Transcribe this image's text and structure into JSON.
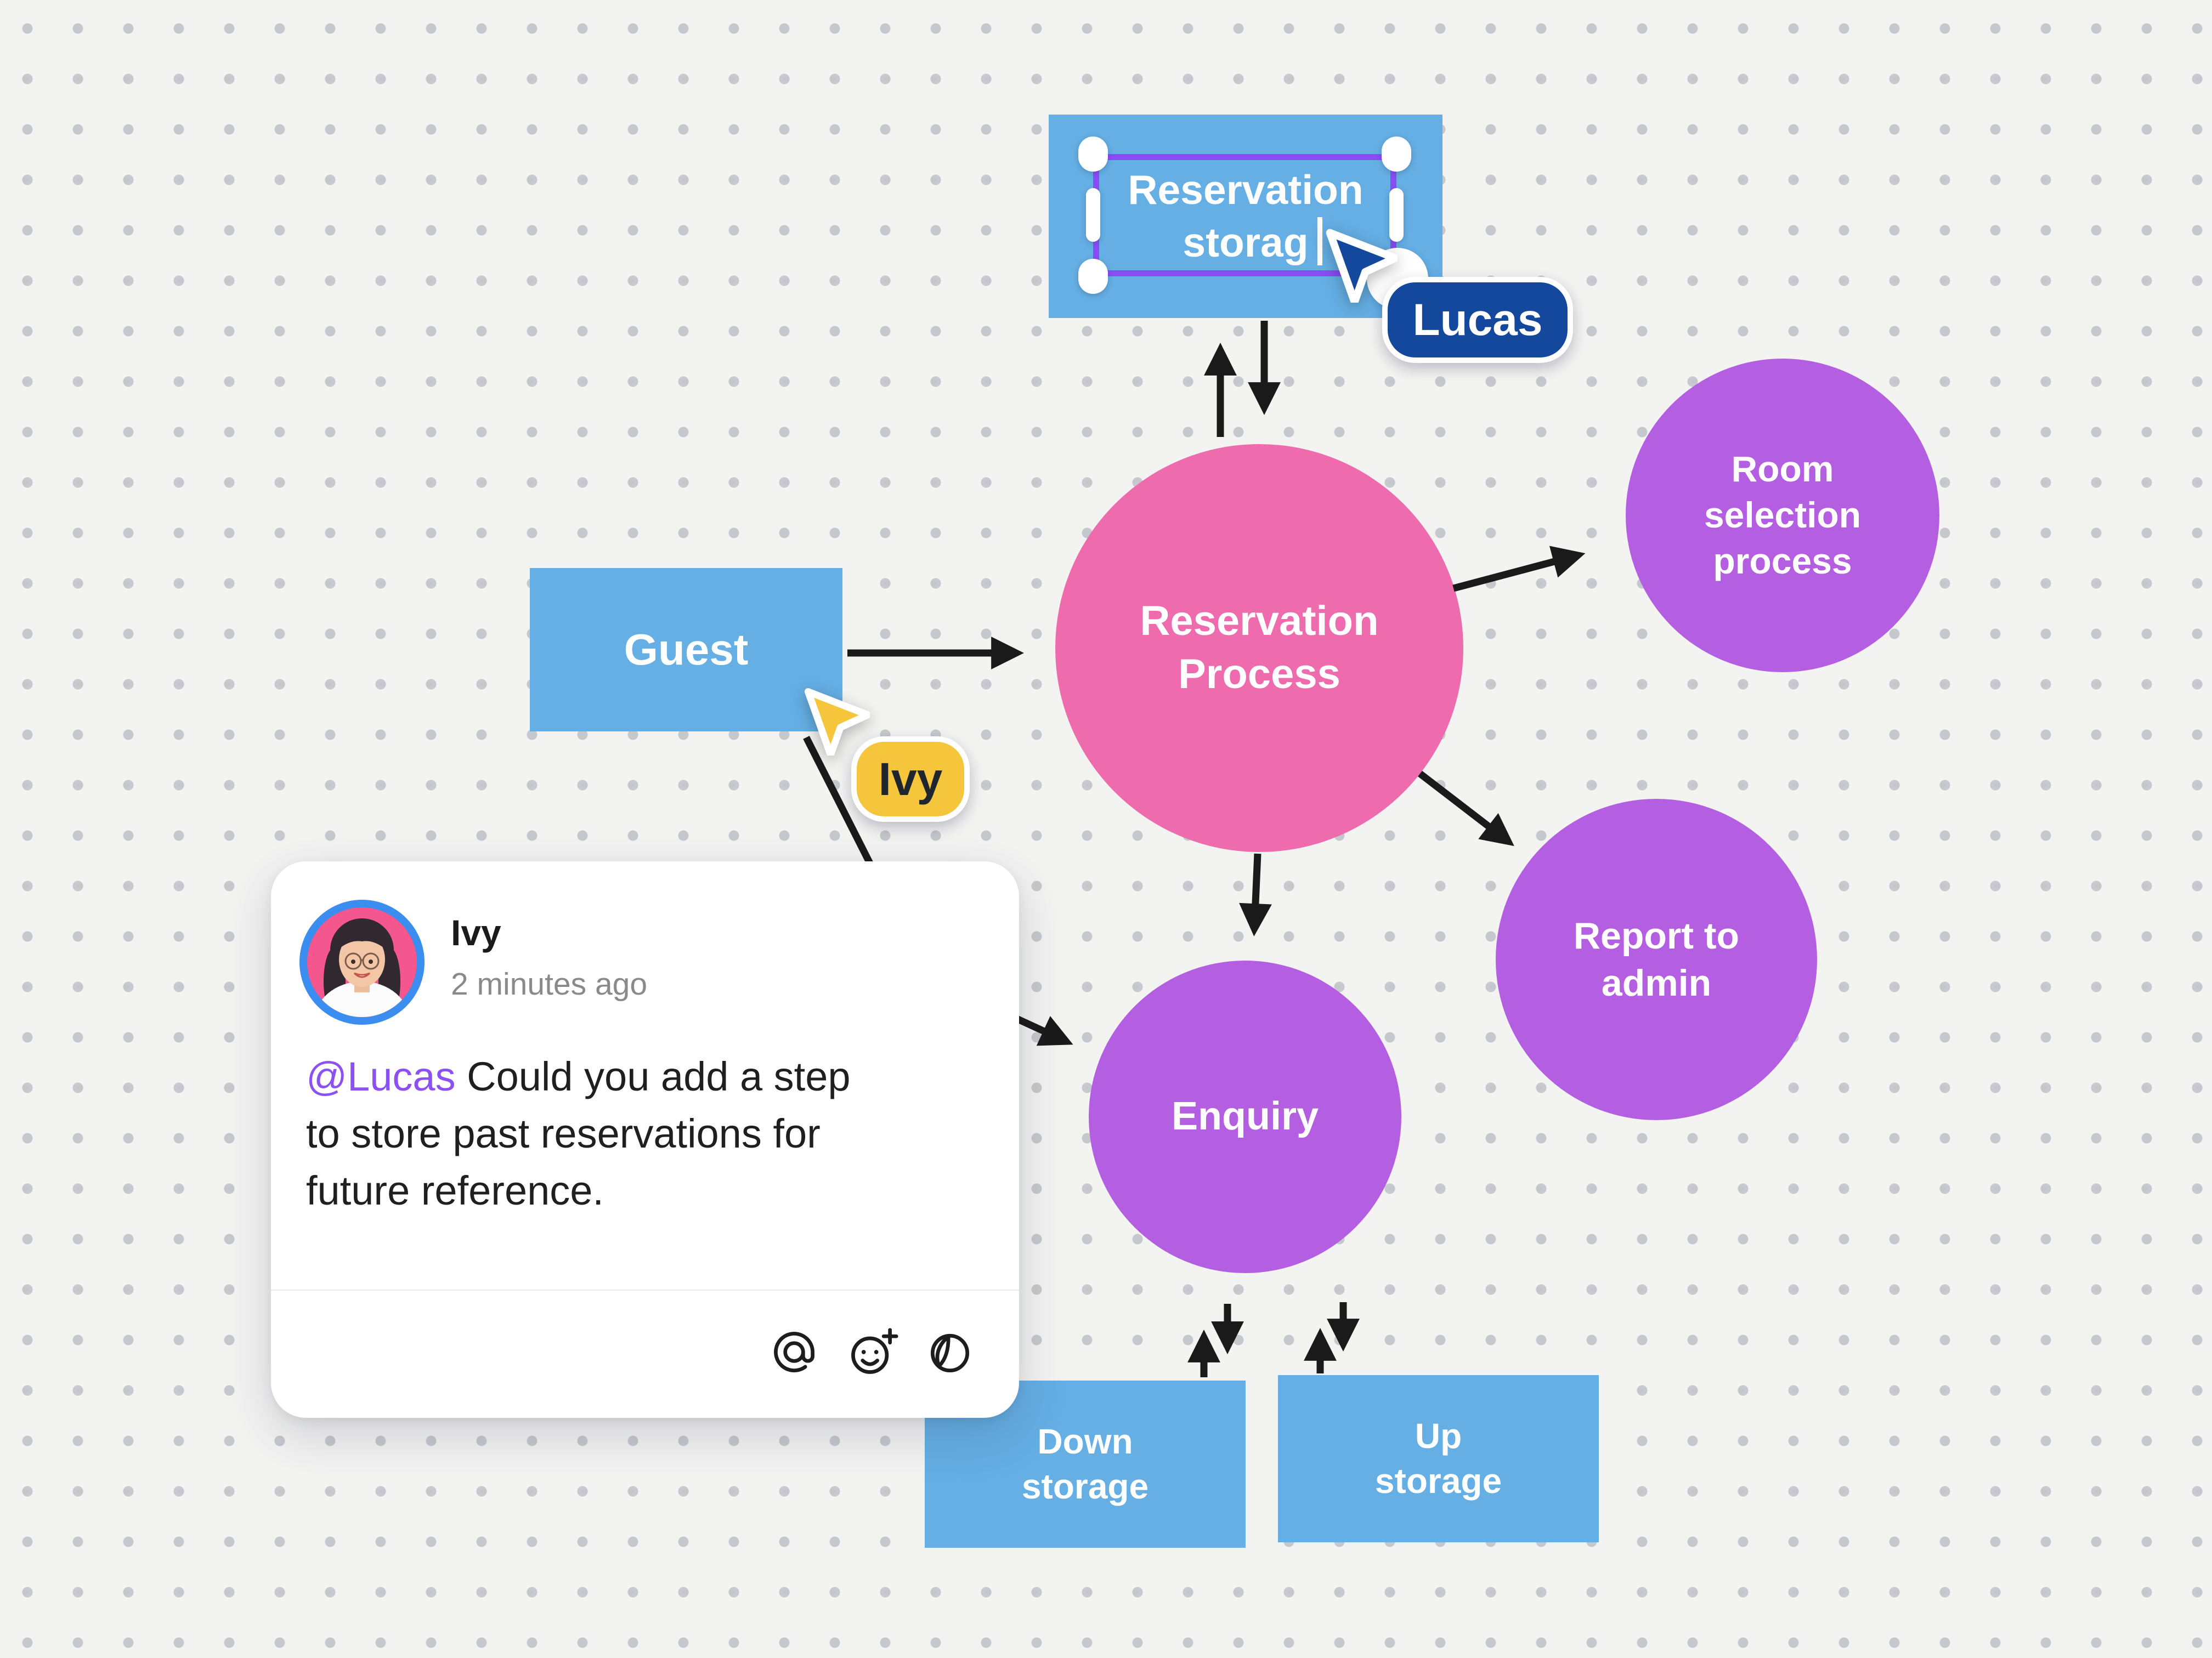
{
  "app": {
    "type": "collaborative-whiteboard-canvas"
  },
  "canvas": {
    "background": "#f3f3f2",
    "dot_color": "#c5c9cd"
  },
  "diagram": {
    "nodes": {
      "reservation_storage": {
        "label": "Reservation\nstorag",
        "shape": "rectangle",
        "fill": "#65afe4",
        "state": "selected, text being edited (caret shown)"
      },
      "guest": {
        "label": "Guest",
        "shape": "rectangle",
        "fill": "#65afe4"
      },
      "down_storage": {
        "label": "Down\nstorage",
        "shape": "rectangle",
        "fill": "#65afe4"
      },
      "up_storage": {
        "label": "Up\nstorage",
        "shape": "rectangle",
        "fill": "#65afe4"
      },
      "reservation_process": {
        "label": "Reservation\nProcess",
        "shape": "circle",
        "fill": "#ee6cad"
      },
      "room_selection": {
        "label": "Room\nselection\nprocess",
        "shape": "circle",
        "fill": "#b45fe2"
      },
      "report_admin": {
        "label": "Report to\nadmin",
        "shape": "circle",
        "fill": "#b45fe2"
      },
      "enquiry": {
        "label": "Enquiry",
        "shape": "circle",
        "fill": "#b45fe2"
      }
    },
    "connectors": [
      "storage-to-process-up",
      "process-to-storage-down",
      "guest-to-process",
      "process-to-room-selection",
      "process-to-report-admin",
      "process-to-enquiry",
      "guest-to-enquiry",
      "enquiry-down-storage-up",
      "enquiry-down-storage-down",
      "enquiry-up-storage-up",
      "enquiry-up-storage-down"
    ],
    "selection": {
      "color": "#8a4df5",
      "owner": "Lucas"
    }
  },
  "collaborators": {
    "lucas": {
      "name": "Lucas",
      "color": "#14489d"
    },
    "ivy": {
      "name": "Ivy",
      "color": "#f5c63c"
    }
  },
  "comment": {
    "author": "Ivy",
    "timestamp": "2 minutes ago",
    "mention": "@Lucas",
    "text_rest": " Could you add a step\nto store past reservations for\nfuture reference.",
    "actions": [
      "mention",
      "add-emoji",
      "sticker"
    ]
  }
}
